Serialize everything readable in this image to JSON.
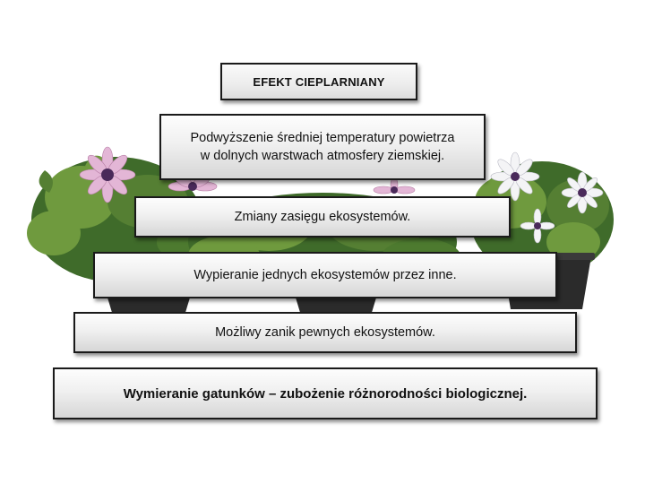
{
  "title": "EFEKT CIEPLARNIANY",
  "steps": [
    {
      "lines": [
        "Podwyższenie średniej temperatury powietrza",
        "w dolnych warstwach atmosfery ziemskiej."
      ]
    },
    {
      "lines": [
        "Zmiany zasięgu ekosystemów."
      ]
    },
    {
      "lines": [
        "Wypieranie jednych ekosystemów przez inne."
      ]
    },
    {
      "lines": [
        "Możliwy zanik pewnych ekosystemów."
      ]
    },
    {
      "lines": [
        "Wymieranie gatunków – zubożenie różnorodności biologicznej."
      ]
    }
  ],
  "colors": {
    "pot": "#2b2b2b",
    "leaf_dark": "#3f6b2a",
    "leaf_light": "#6f9a3e",
    "petal_pink": "#e3b6d6",
    "petal_white": "#f4f4f6",
    "flower_center": "#4a2a5a"
  }
}
